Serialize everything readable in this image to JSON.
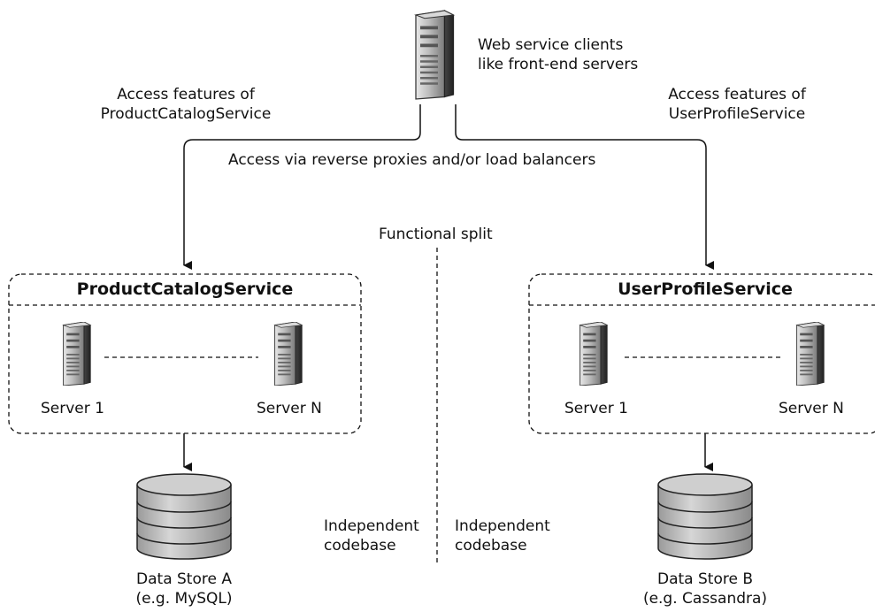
{
  "top_server": {
    "label_line1": "Web service clients",
    "label_line2": "like front-end servers"
  },
  "edges": {
    "left_label_line1": "Access features of",
    "left_label_line2": "ProductCatalogService",
    "right_label_line1": "Access features of",
    "right_label_line2": "UserProfileService",
    "proxy_label": "Access via reverse proxies and/or load balancers"
  },
  "split": {
    "label": "Functional split"
  },
  "services": [
    {
      "title": "ProductCatalogService",
      "server_left": "Server 1",
      "server_right": "Server N",
      "codebase_line1": "Independent",
      "codebase_line2": "codebase",
      "store_line1": "Data Store A",
      "store_line2": "(e.g. MySQL)"
    },
    {
      "title": "UserProfileService",
      "server_left": "Server 1",
      "server_right": "Server N",
      "codebase_line1": "Independent",
      "codebase_line2": "codebase",
      "store_line1": "Data Store B",
      "store_line2": "(e.g. Cassandra)"
    }
  ]
}
